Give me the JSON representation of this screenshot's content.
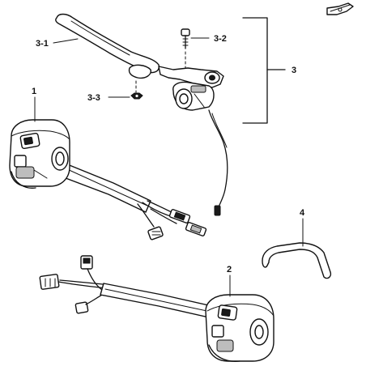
{
  "callouts": {
    "c1": "1",
    "c2": "2",
    "c3": "3",
    "c3_1": "3-1",
    "c3_2": "3-2",
    "c3_3": "3-3",
    "c4": "4"
  },
  "colors": {
    "ink": "#111111",
    "background": "#ffffff",
    "shade": "#bdbdbd"
  }
}
